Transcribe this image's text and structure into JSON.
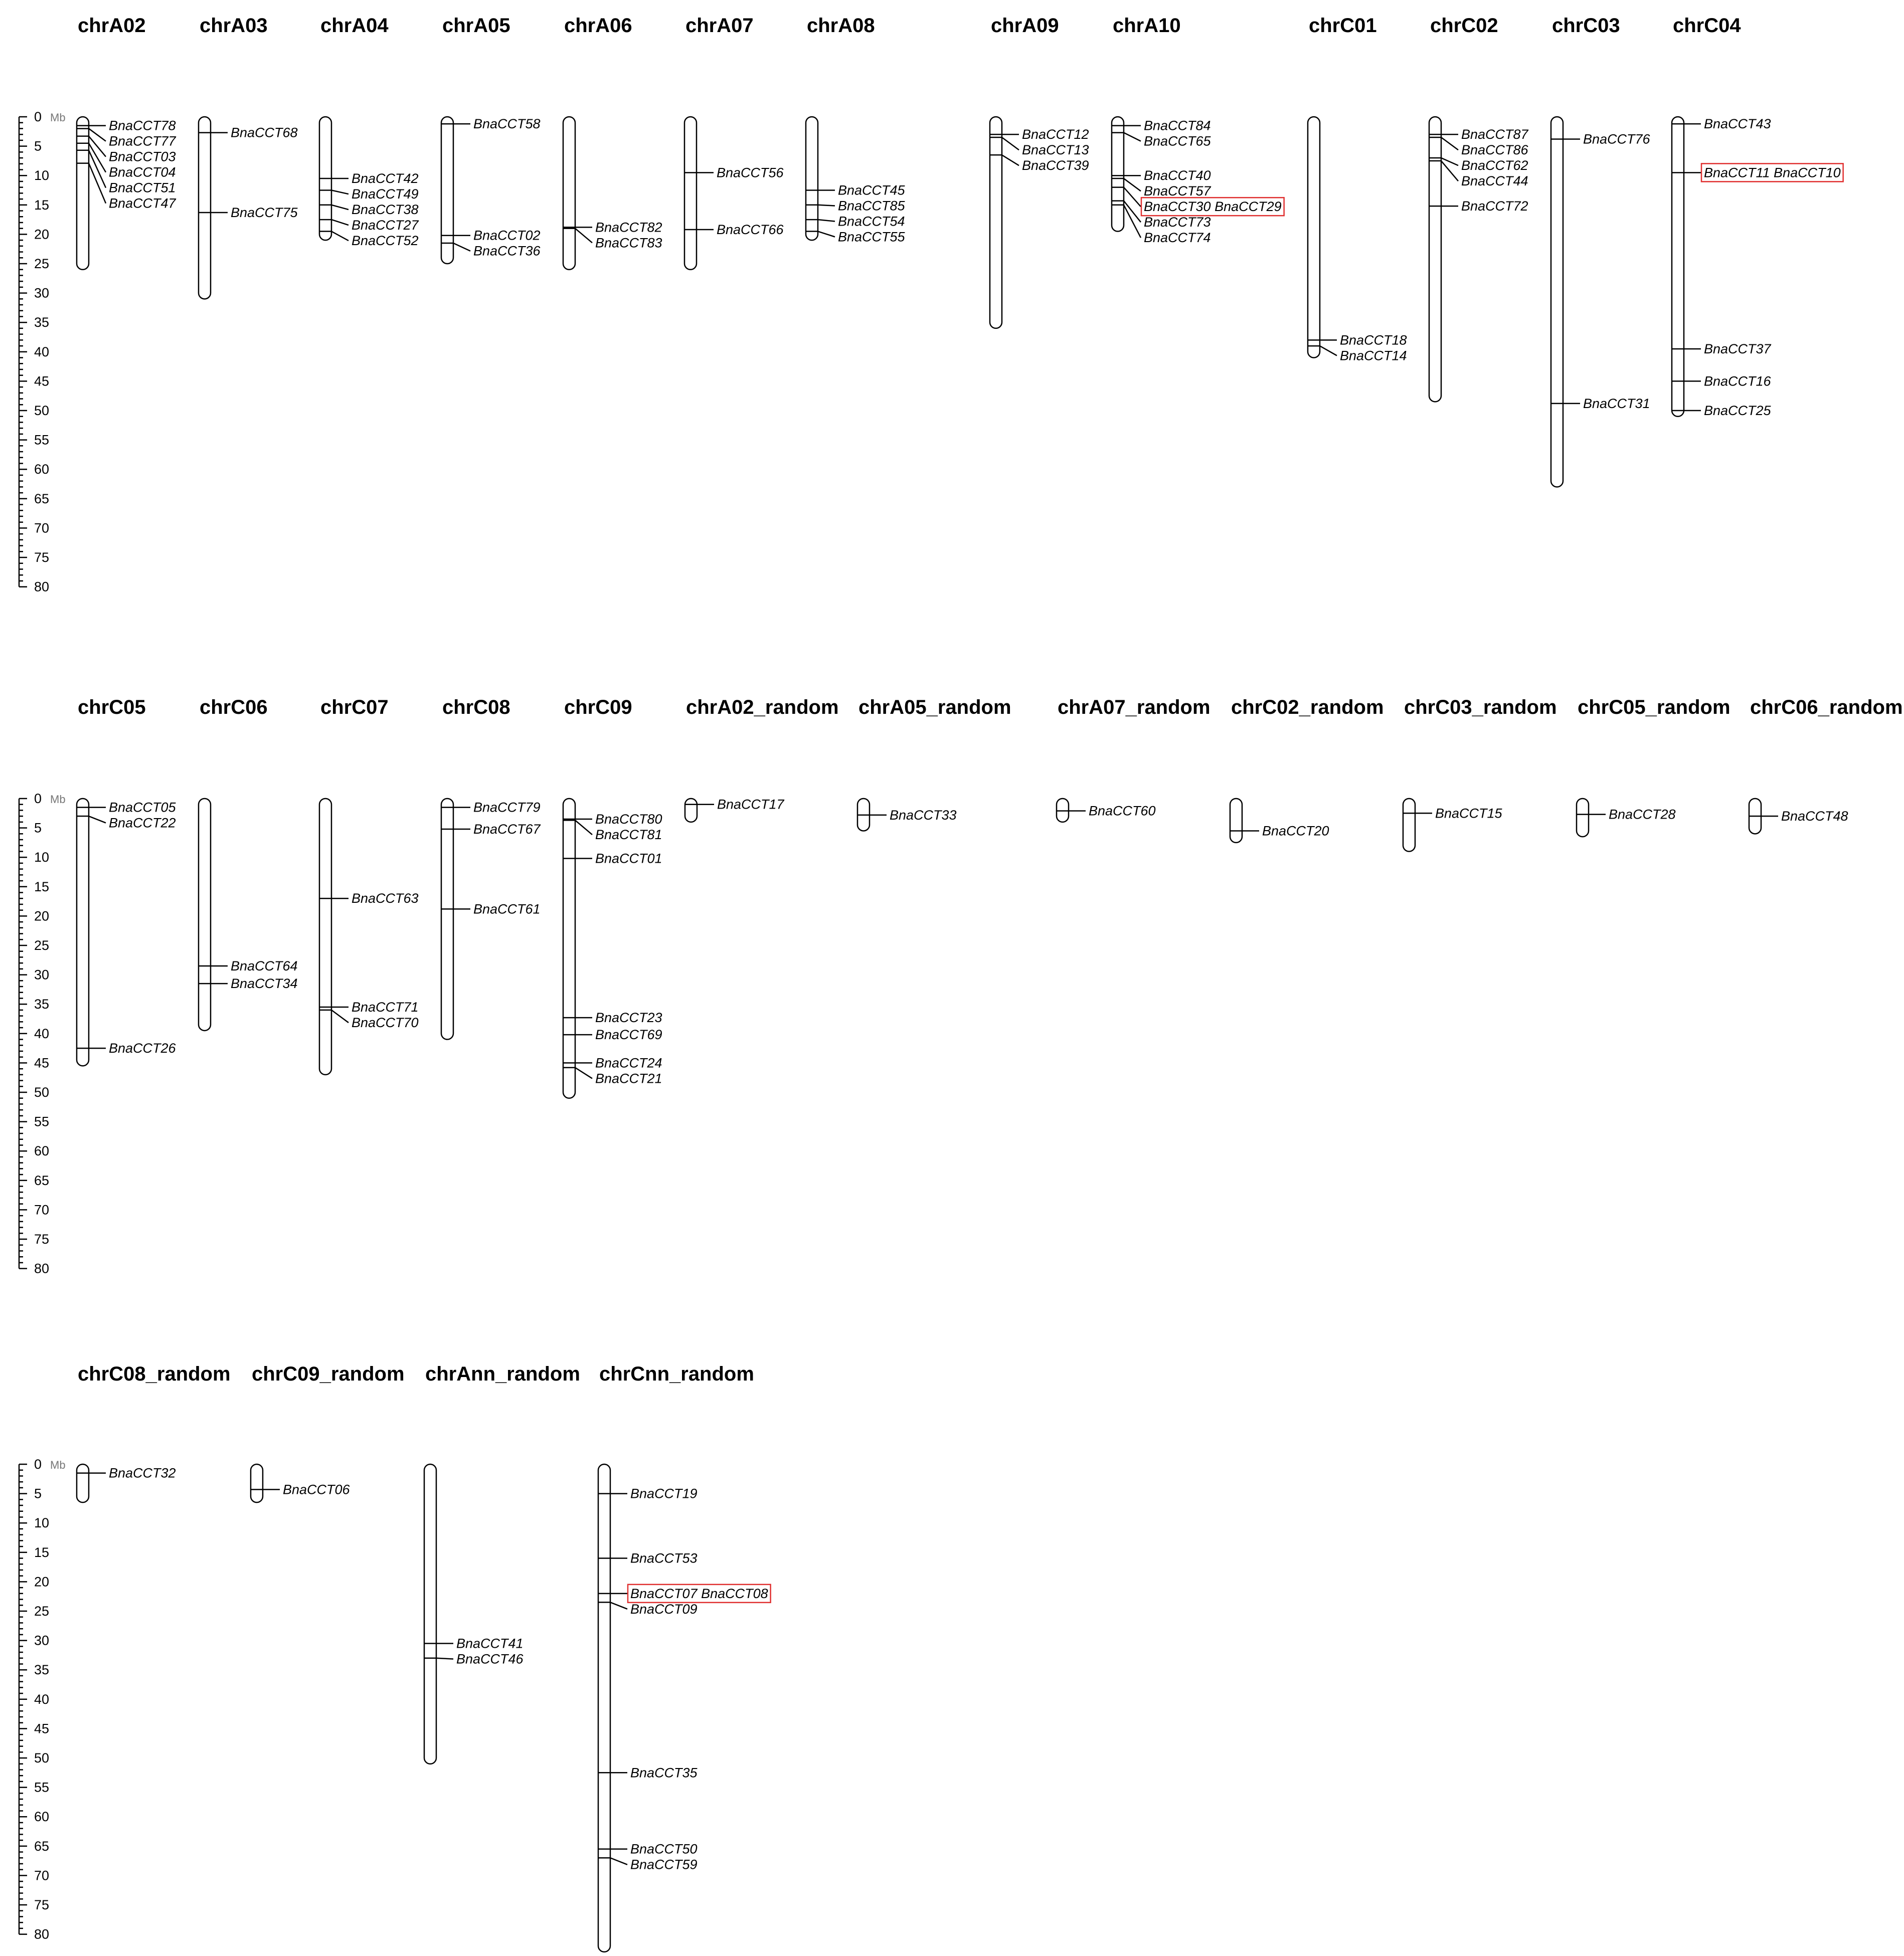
{
  "scale": {
    "unit": "Mb",
    "tick_labels": [
      "0",
      "5",
      "10",
      "15",
      "20",
      "25",
      "30",
      "35",
      "40",
      "45",
      "50",
      "55",
      "60",
      "65",
      "70",
      "75",
      "80"
    ]
  },
  "colors": {
    "highlight": "#e03030",
    "line": "#000000",
    "unit_text": "#777777"
  },
  "panels": [
    {
      "chromosomes": [
        {
          "name": "chrA02",
          "length": 26,
          "genes": [
            {
              "id": "BnaCCT78",
              "pos": 1.5
            },
            {
              "id": "BnaCCT77",
              "pos": 2.0
            },
            {
              "id": "BnaCCT03",
              "pos": 3.3
            },
            {
              "id": "BnaCCT04",
              "pos": 4.5
            },
            {
              "id": "BnaCCT51",
              "pos": 5.7
            },
            {
              "id": "BnaCCT47",
              "pos": 7.9
            }
          ]
        },
        {
          "name": "chrA03",
          "length": 31,
          "genes": [
            {
              "id": "BnaCCT68",
              "pos": 2.7
            },
            {
              "id": "BnaCCT75",
              "pos": 16.3
            }
          ]
        },
        {
          "name": "chrA04",
          "length": 21,
          "genes": [
            {
              "id": "BnaCCT42",
              "pos": 10.5
            },
            {
              "id": "BnaCCT49",
              "pos": 12.5
            },
            {
              "id": "BnaCCT38",
              "pos": 15.0
            },
            {
              "id": "BnaCCT27",
              "pos": 17.5
            },
            {
              "id": "BnaCCT52",
              "pos": 19.5
            }
          ]
        },
        {
          "name": "chrA05",
          "length": 25,
          "genes": [
            {
              "id": "BnaCCT58",
              "pos": 1.2
            },
            {
              "id": "BnaCCT02",
              "pos": 20.2
            },
            {
              "id": "BnaCCT36",
              "pos": 21.5
            }
          ]
        },
        {
          "name": "chrA06",
          "length": 26,
          "genes": [
            {
              "id": "BnaCCT82",
              "pos": 18.8
            },
            {
              "id": "BnaCCT83",
              "pos": 19.0
            }
          ]
        },
        {
          "name": "chrA07",
          "length": 26,
          "genes": [
            {
              "id": "BnaCCT56",
              "pos": 9.5
            },
            {
              "id": "BnaCCT66",
              "pos": 19.2
            }
          ]
        },
        {
          "name": "chrA08",
          "length": 21,
          "genes": [
            {
              "id": "BnaCCT45",
              "pos": 12.5
            },
            {
              "id": "BnaCCT85",
              "pos": 15.0
            },
            {
              "id": "BnaCCT54",
              "pos": 17.5
            },
            {
              "id": "BnaCCT55",
              "pos": 19.5
            }
          ]
        },
        {
          "name": "chrA09",
          "length": 36,
          "genes": [
            {
              "id": "BnaCCT12",
              "pos": 3.0
            },
            {
              "id": "BnaCCT13",
              "pos": 3.5
            },
            {
              "id": "BnaCCT39",
              "pos": 6.5
            }
          ]
        },
        {
          "name": "chrA10",
          "length": 19.5,
          "genes": [
            {
              "id": "BnaCCT84",
              "pos": 1.5
            },
            {
              "id": "BnaCCT65",
              "pos": 2.7
            },
            {
              "id": "BnaCCT40",
              "pos": 10.0
            },
            {
              "id": "BnaCCT57",
              "pos": 10.5
            },
            {
              "id": "BnaCCT30 BnaCCT29",
              "pos": 12.0,
              "highlight": true
            },
            {
              "id": "BnaCCT73",
              "pos": 14.3
            },
            {
              "id": "BnaCCT74",
              "pos": 15.0
            }
          ]
        },
        {
          "name": "chrC01",
          "length": 41,
          "genes": [
            {
              "id": "BnaCCT18",
              "pos": 38.0
            },
            {
              "id": "BnaCCT14",
              "pos": 39.0
            }
          ]
        },
        {
          "name": "chrC02",
          "length": 48.5,
          "genes": [
            {
              "id": "BnaCCT87",
              "pos": 3.0
            },
            {
              "id": "BnaCCT86",
              "pos": 3.5
            },
            {
              "id": "BnaCCT62",
              "pos": 7.0
            },
            {
              "id": "BnaCCT44",
              "pos": 7.5
            },
            {
              "id": "BnaCCT72",
              "pos": 15.2
            }
          ]
        },
        {
          "name": "chrC03",
          "length": 63,
          "genes": [
            {
              "id": "BnaCCT76",
              "pos": 3.8
            },
            {
              "id": "BnaCCT31",
              "pos": 48.8
            }
          ]
        },
        {
          "name": "chrC04",
          "length": 51,
          "genes": [
            {
              "id": "BnaCCT43",
              "pos": 1.2
            },
            {
              "id": "BnaCCT11 BnaCCT10",
              "pos": 9.5,
              "highlight": true
            },
            {
              "id": "BnaCCT37",
              "pos": 39.5
            },
            {
              "id": "BnaCCT16",
              "pos": 45.0
            },
            {
              "id": "BnaCCT25",
              "pos": 50.0
            }
          ]
        }
      ]
    },
    {
      "chromosomes": [
        {
          "name": "chrC05",
          "length": 45.5,
          "genes": [
            {
              "id": "BnaCCT05",
              "pos": 1.5
            },
            {
              "id": "BnaCCT22",
              "pos": 3.0
            },
            {
              "id": "BnaCCT26",
              "pos": 42.5
            }
          ]
        },
        {
          "name": "chrC06",
          "length": 39.5,
          "genes": [
            {
              "id": "BnaCCT64",
              "pos": 28.5
            },
            {
              "id": "BnaCCT34",
              "pos": 31.5
            }
          ]
        },
        {
          "name": "chrC07",
          "length": 47,
          "genes": [
            {
              "id": "BnaCCT63",
              "pos": 17.0
            },
            {
              "id": "BnaCCT71",
              "pos": 35.5
            },
            {
              "id": "BnaCCT70",
              "pos": 36.0
            }
          ]
        },
        {
          "name": "chrC08",
          "length": 41,
          "genes": [
            {
              "id": "BnaCCT79",
              "pos": 1.5
            },
            {
              "id": "BnaCCT67",
              "pos": 5.2
            },
            {
              "id": "BnaCCT61",
              "pos": 18.8
            }
          ]
        },
        {
          "name": "chrC09",
          "length": 51,
          "genes": [
            {
              "id": "BnaCCT80",
              "pos": 3.5
            },
            {
              "id": "BnaCCT81",
              "pos": 3.7
            },
            {
              "id": "BnaCCT01",
              "pos": 10.2
            },
            {
              "id": "BnaCCT23",
              "pos": 37.3
            },
            {
              "id": "BnaCCT69",
              "pos": 40.2
            },
            {
              "id": "BnaCCT24",
              "pos": 45.0
            },
            {
              "id": "BnaCCT21",
              "pos": 45.8
            }
          ]
        },
        {
          "name": "chrA02_random",
          "length": 4,
          "genes": [
            {
              "id": "BnaCCT17",
              "pos": 1.0
            }
          ]
        },
        {
          "name": "chrA05_random",
          "length": 5.5,
          "genes": [
            {
              "id": "BnaCCT33",
              "pos": 2.8
            }
          ]
        },
        {
          "name": "chrA07_random",
          "length": 4,
          "genes": [
            {
              "id": "BnaCCT60",
              "pos": 2.1
            }
          ]
        },
        {
          "name": "chrC02_random",
          "length": 7.5,
          "genes": [
            {
              "id": "BnaCCT20",
              "pos": 5.5
            }
          ]
        },
        {
          "name": "chrC03_random",
          "length": 9,
          "genes": [
            {
              "id": "BnaCCT15",
              "pos": 2.5
            }
          ]
        },
        {
          "name": "chrC05_random",
          "length": 6.5,
          "genes": [
            {
              "id": "BnaCCT28",
              "pos": 2.7
            }
          ]
        },
        {
          "name": "chrC06_random",
          "length": 6,
          "genes": [
            {
              "id": "BnaCCT48",
              "pos": 3.0
            }
          ]
        }
      ]
    },
    {
      "chromosomes": [
        {
          "name": "chrC08_random",
          "length": 6.5,
          "genes": [
            {
              "id": "BnaCCT32",
              "pos": 1.5
            }
          ]
        },
        {
          "name": "chrC09_random",
          "length": 6.5,
          "genes": [
            {
              "id": "BnaCCT06",
              "pos": 4.3
            }
          ]
        },
        {
          "name": "chrAnn_random",
          "length": 51,
          "genes": [
            {
              "id": "BnaCCT41",
              "pos": 30.5
            },
            {
              "id": "BnaCCT46",
              "pos": 33.0
            }
          ]
        },
        {
          "name": "chrCnn_random",
          "length": 83,
          "genes": [
            {
              "id": "BnaCCT19",
              "pos": 5.0
            },
            {
              "id": "BnaCCT53",
              "pos": 16.0
            },
            {
              "id": "BnaCCT07 BnaCCT08",
              "pos": 22.0,
              "highlight": true
            },
            {
              "id": "BnaCCT09",
              "pos": 23.5
            },
            {
              "id": "BnaCCT35",
              "pos": 52.5
            },
            {
              "id": "BnaCCT50",
              "pos": 65.5
            },
            {
              "id": "BnaCCT59",
              "pos": 67.0
            }
          ]
        }
      ]
    }
  ]
}
